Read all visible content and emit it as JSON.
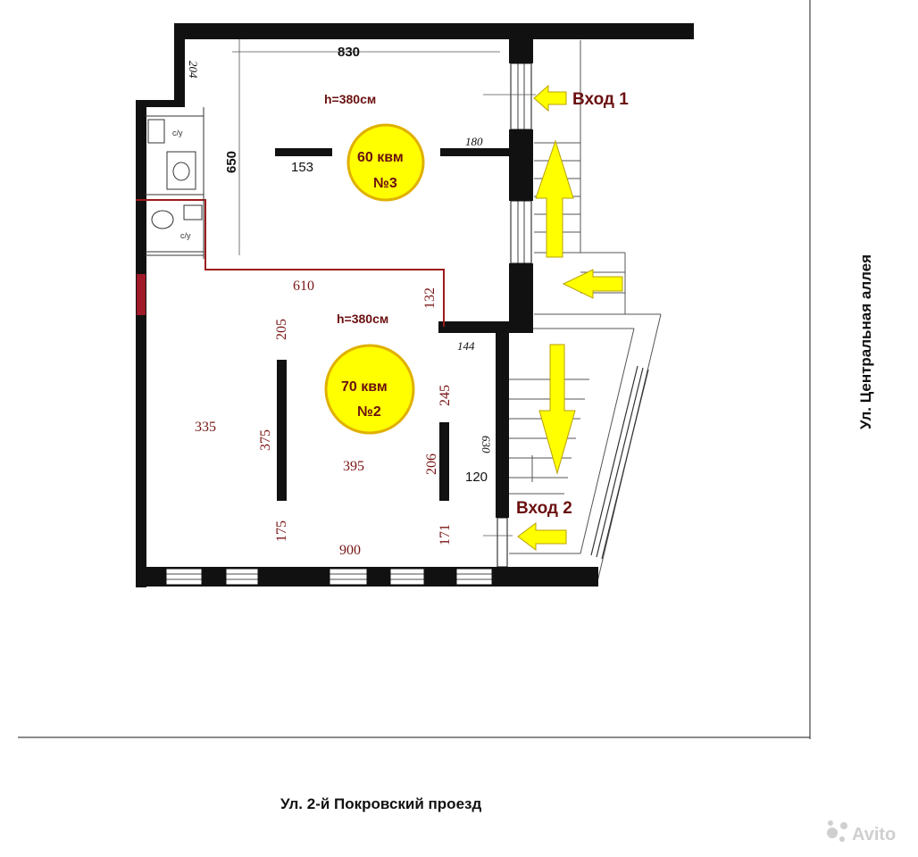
{
  "plan": {
    "rooms": [
      {
        "area": "60 квм",
        "number": "№3",
        "height": "h=380см"
      },
      {
        "area": "70 квм",
        "number": "№2",
        "height": "h=380см"
      }
    ],
    "dimensions": {
      "d830": "830",
      "d650": "650",
      "d204": "204",
      "d180": "180",
      "d153": "153",
      "d610": "610",
      "d132": "132",
      "d144": "144",
      "d205": "205",
      "d245": "245",
      "d335": "335",
      "d375": "375",
      "d395": "395",
      "d206": "206",
      "d630": "630",
      "d120": "120",
      "d175": "175",
      "d171": "171",
      "d900": "900"
    },
    "entrances": {
      "entrance1": "Вход 1",
      "entrance2": "Вход 2"
    },
    "toilet_label": "с/у",
    "streets": {
      "right": "Ул. Центральная аллея",
      "bottom": "Ул. 2-й Покровский проезд"
    },
    "watermark": "Avito",
    "colors": {
      "wall": "#111111",
      "highlight": "#ffff00",
      "highlight_stroke": "#d4a000",
      "arrow": "#ffff00",
      "arrow_stroke": "#b8a000",
      "partition": "#9b1b1b",
      "text": "#6b1010"
    }
  }
}
